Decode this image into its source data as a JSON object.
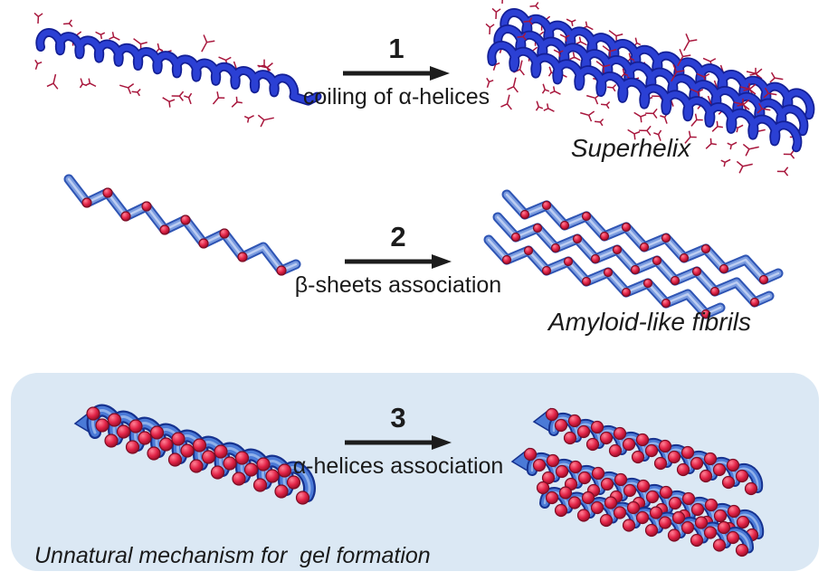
{
  "figure": {
    "steps": [
      {
        "number": "1",
        "caption": "coiling of α-helices",
        "product": "Superhelix"
      },
      {
        "number": "2",
        "caption": "β-sheets association",
        "product": "Amyloid-like fibrils"
      },
      {
        "number": "3",
        "caption": "α-helices association",
        "product": ""
      }
    ],
    "highlight_box": {
      "caption": "Unnatural mechanism for  gel formation"
    },
    "structures": {
      "row1_left": "alpha-helix-with-side-chains",
      "row1_right": "superhelix-coiled-bundle",
      "row2_left": "beta-strand-zigzag",
      "row2_right": "amyloid-like-fibril-stack",
      "row3_left": "decorated-alpha-helix",
      "row3_right": "associated-helix-bundle"
    },
    "palette": {
      "ribbon_dark": "#131f96",
      "ribbon_blue": "#2b40d4",
      "sidechain_red": "#a8163c",
      "tube_outline": "#2f55b4",
      "tube_blue": "#7b9ce0",
      "tube_highlight": "#bccdf2",
      "coil_dark": "#16328f",
      "coil_blue": "#4b7ad7",
      "coil_highlight": "#8fb0ea",
      "ball_red": "#e22347",
      "ball_light": "#ff7186",
      "ball_dark": "#7d0c24",
      "box_bg": "#dbe8f4",
      "arrow_color": "#1c1c1c",
      "text_color": "#1a1a1a"
    }
  }
}
